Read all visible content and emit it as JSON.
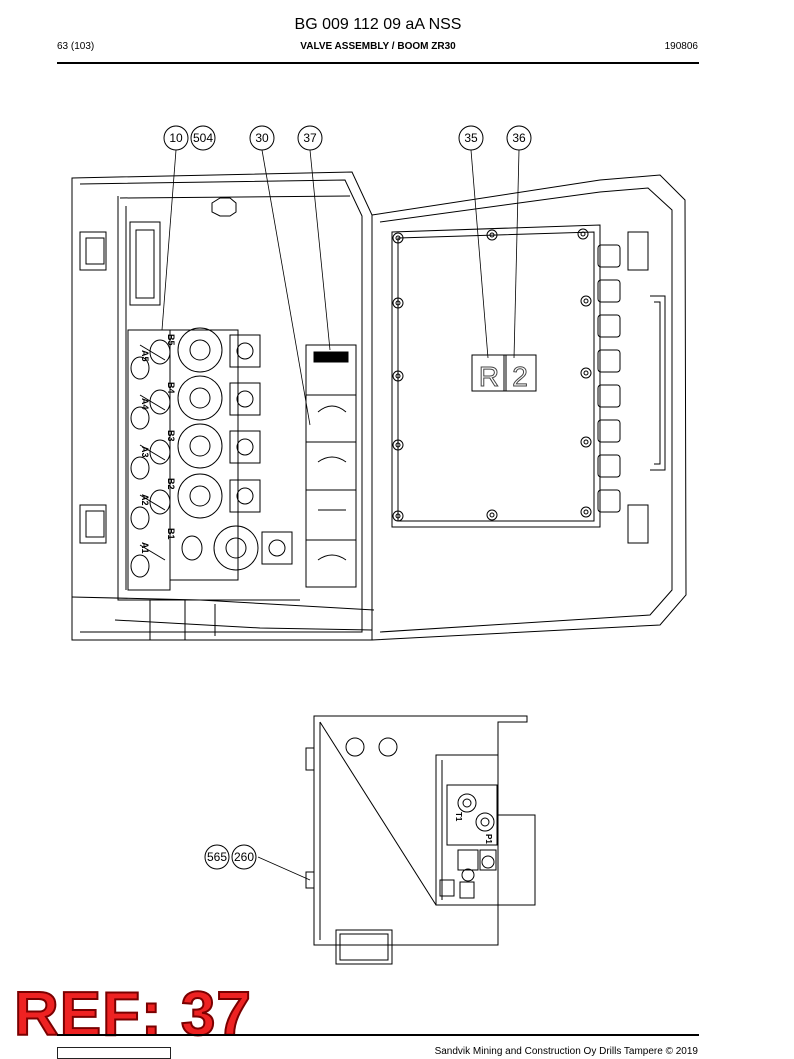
{
  "header": {
    "doc_title": "BG 009 112 09 aA NSS",
    "page": "63 (103)",
    "section": "VALVE ASSEMBLY / BOOM ZR30",
    "date": "190806"
  },
  "callouts": {
    "c10": "10",
    "c504": "504",
    "c30": "30",
    "c37": "37",
    "c35": "35",
    "c36": "36",
    "c565": "565",
    "c260": "260"
  },
  "valve_labels": [
    "A5",
    "B5",
    "A4",
    "B4",
    "A3",
    "B3",
    "A2",
    "B2",
    "A1",
    "B1"
  ],
  "side_labels": {
    "t1": "T1",
    "p1": "P1"
  },
  "plate_letters": {
    "r": "R",
    "two": "2"
  },
  "stamp": "REF: 37",
  "footer": {
    "copyright": "Sandvik Mining and Construction Oy Drills Tampere © 2019"
  },
  "colors": {
    "stamp": "#e22222",
    "line": "#000000"
  }
}
